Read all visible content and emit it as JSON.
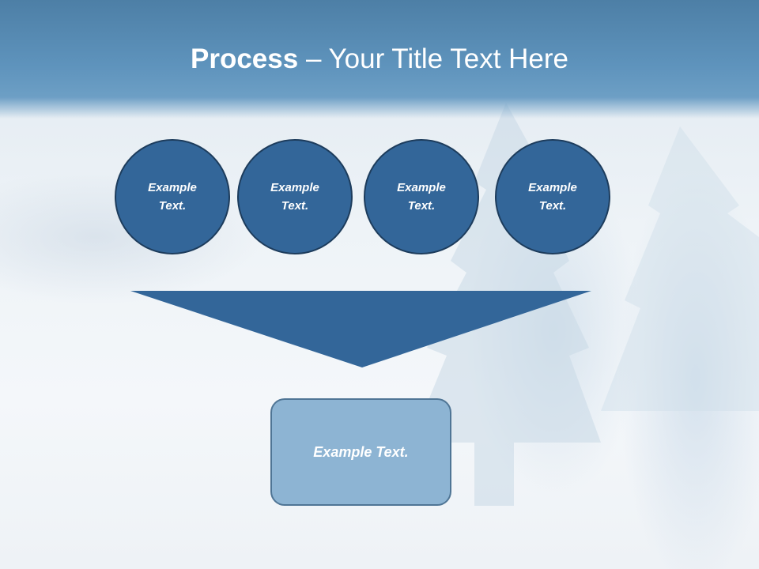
{
  "slide": {
    "title_bold": "Process",
    "title_rest": " – Your Title Text Here"
  },
  "steps": [
    {
      "label": "Example Text."
    },
    {
      "label": "Example Text."
    },
    {
      "label": "Example Text."
    },
    {
      "label": "Example Text."
    }
  ],
  "result": {
    "label": "Example Text."
  },
  "colors": {
    "header": "#5e93bc",
    "circle_fill": "#336699",
    "circle_border": "#1d3c5c",
    "funnel_fill": "#336699",
    "result_fill": "#8db4d3",
    "result_border": "#4f7595"
  }
}
